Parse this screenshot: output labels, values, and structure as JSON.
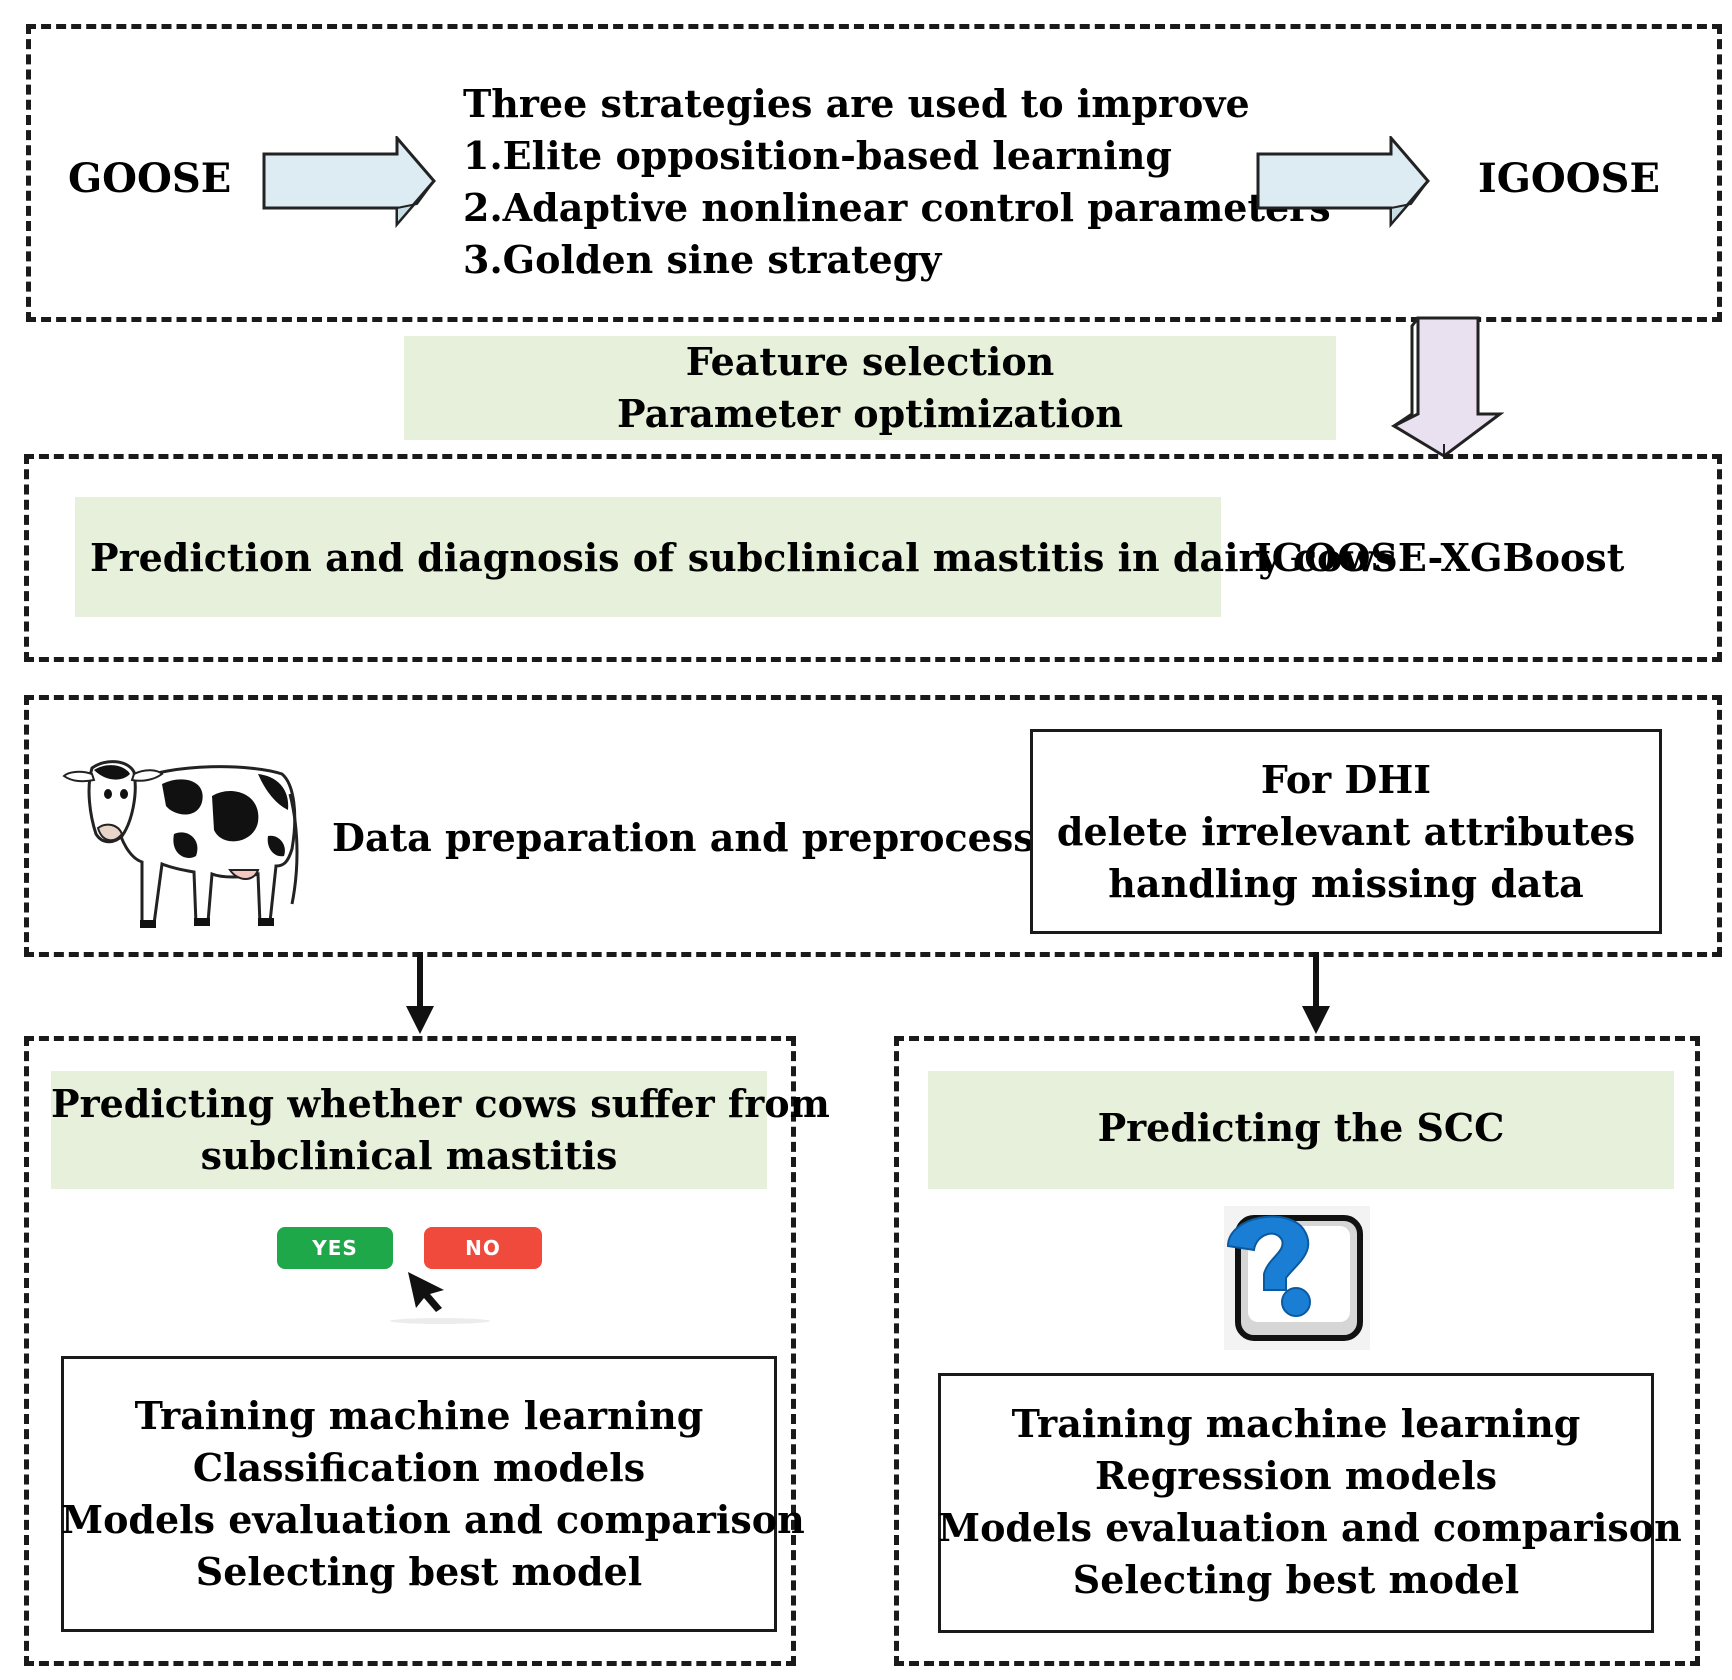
{
  "top": {
    "left_label": "GOOSE",
    "right_label": "IGOOSE",
    "strategies": [
      "Three strategies are used to improve",
      "1.Elite opposition-based learning",
      "2.Adaptive nonlinear control parameters",
      "3.Golden sine strategy"
    ]
  },
  "feature_box": {
    "lines": [
      "Feature selection",
      "Parameter optimization"
    ]
  },
  "prediction": {
    "label": "Prediction and diagnosis of subclinical mastitis in dairy cows",
    "model": "IGOOSE-XGBoost"
  },
  "data_prep": {
    "label": "Data preparation and preprocessing",
    "dhi_lines": [
      "For DHI",
      "delete irrelevant attributes",
      "handling missing data"
    ]
  },
  "classification": {
    "title_lines": [
      "Predicting  whether cows suffer from",
      "subclinical mastitis"
    ],
    "yes_label": "YES",
    "no_label": "NO",
    "steps": [
      "Training machine learning",
      "Classification models",
      "Models evaluation and comparison",
      "Selecting best model"
    ]
  },
  "regression": {
    "title": "Predicting the SCC",
    "steps": [
      "Training machine learning",
      "Regression models",
      "Models evaluation and comparison",
      "Selecting best model"
    ]
  },
  "colors": {
    "green_fill": "#e7f0da",
    "arrow_fill": "#dcecf2",
    "down_arrow_fill": "#e9e0f0",
    "yes": "#1ea84a",
    "no": "#f04a3c",
    "question_blue": "#1a7fd4"
  }
}
